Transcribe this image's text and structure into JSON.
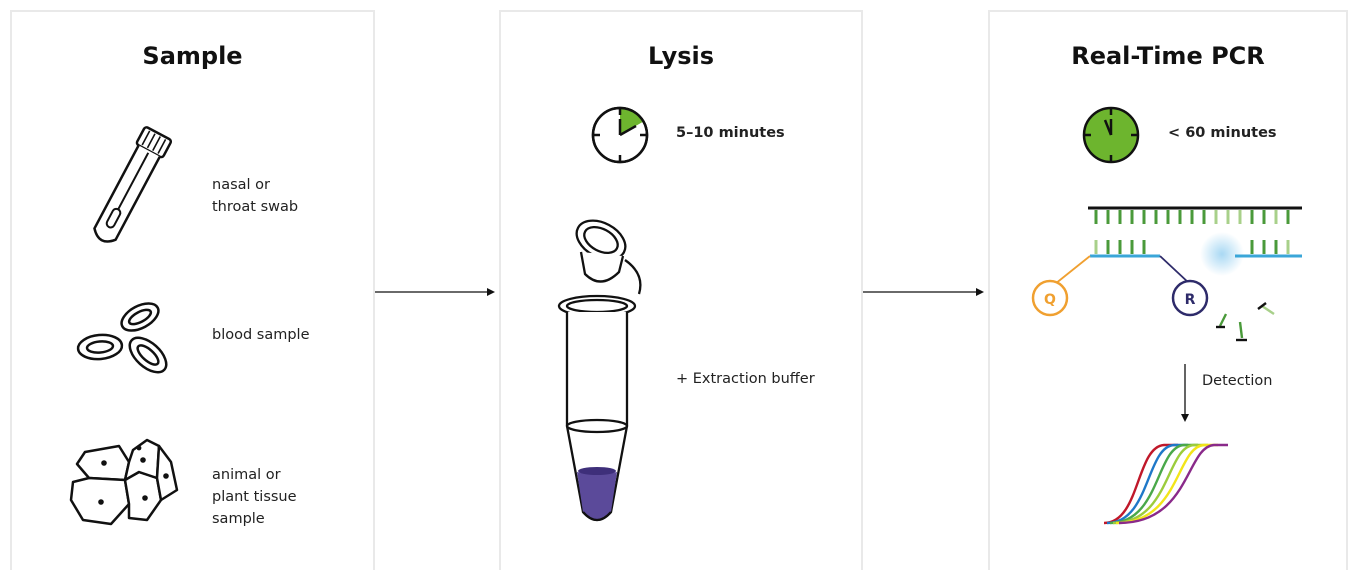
{
  "panels": {
    "sample": {
      "title": "Sample",
      "items": [
        {
          "label": "nasal or\nthroat swab",
          "icon": "swab-tube-icon"
        },
        {
          "label": "blood sample",
          "icon": "blood-cells-icon"
        },
        {
          "label": "animal or\nplant tissue\nsample",
          "icon": "tissue-cells-icon"
        }
      ]
    },
    "lysis": {
      "title": "Lysis",
      "time": "5–10 minutes",
      "buffer_label": "+ Extraction buffer"
    },
    "pcr": {
      "title": "Real-Time PCR",
      "time": "< 60 minutes",
      "quencher": "Q",
      "reporter": "R",
      "detection_label": "Detection"
    }
  },
  "colors": {
    "clock_fill": "#6db52e",
    "buffer_fill": "#5b4a9a",
    "quencher": "#f0a030",
    "reporter": "#2e2b6a",
    "dna_strand": "#3aa6d8",
    "curves": [
      "#c0182a",
      "#1f78c8",
      "#4aa84a",
      "#9ccc3c",
      "#f2e51a",
      "#8a2a8a"
    ]
  }
}
